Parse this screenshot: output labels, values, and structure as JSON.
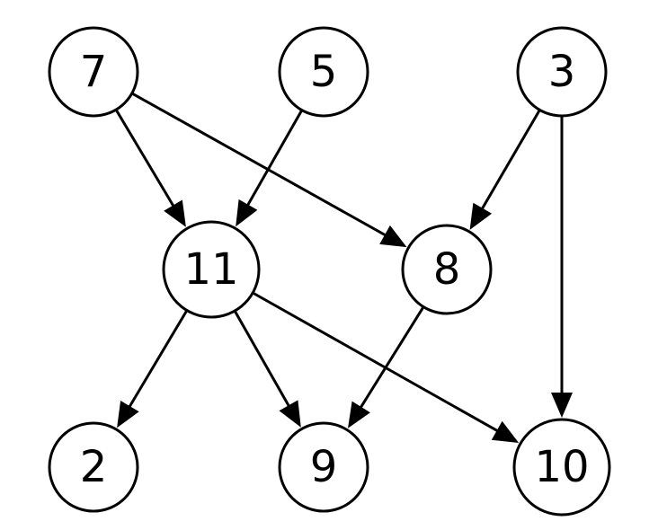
{
  "graph": {
    "nodes": [
      {
        "id": "7",
        "label": "7"
      },
      {
        "id": "5",
        "label": "5"
      },
      {
        "id": "3",
        "label": "3"
      },
      {
        "id": "11",
        "label": "11"
      },
      {
        "id": "8",
        "label": "8"
      },
      {
        "id": "2",
        "label": "2"
      },
      {
        "id": "9",
        "label": "9"
      },
      {
        "id": "10",
        "label": "10"
      }
    ],
    "edges": [
      {
        "from": "7",
        "to": "11"
      },
      {
        "from": "7",
        "to": "8"
      },
      {
        "from": "5",
        "to": "11"
      },
      {
        "from": "3",
        "to": "8"
      },
      {
        "from": "3",
        "to": "10"
      },
      {
        "from": "11",
        "to": "2"
      },
      {
        "from": "11",
        "to": "9"
      },
      {
        "from": "11",
        "to": "10"
      },
      {
        "from": "8",
        "to": "9"
      }
    ],
    "colors": {
      "stroke": "#000000",
      "fill": "#ffffff"
    }
  }
}
